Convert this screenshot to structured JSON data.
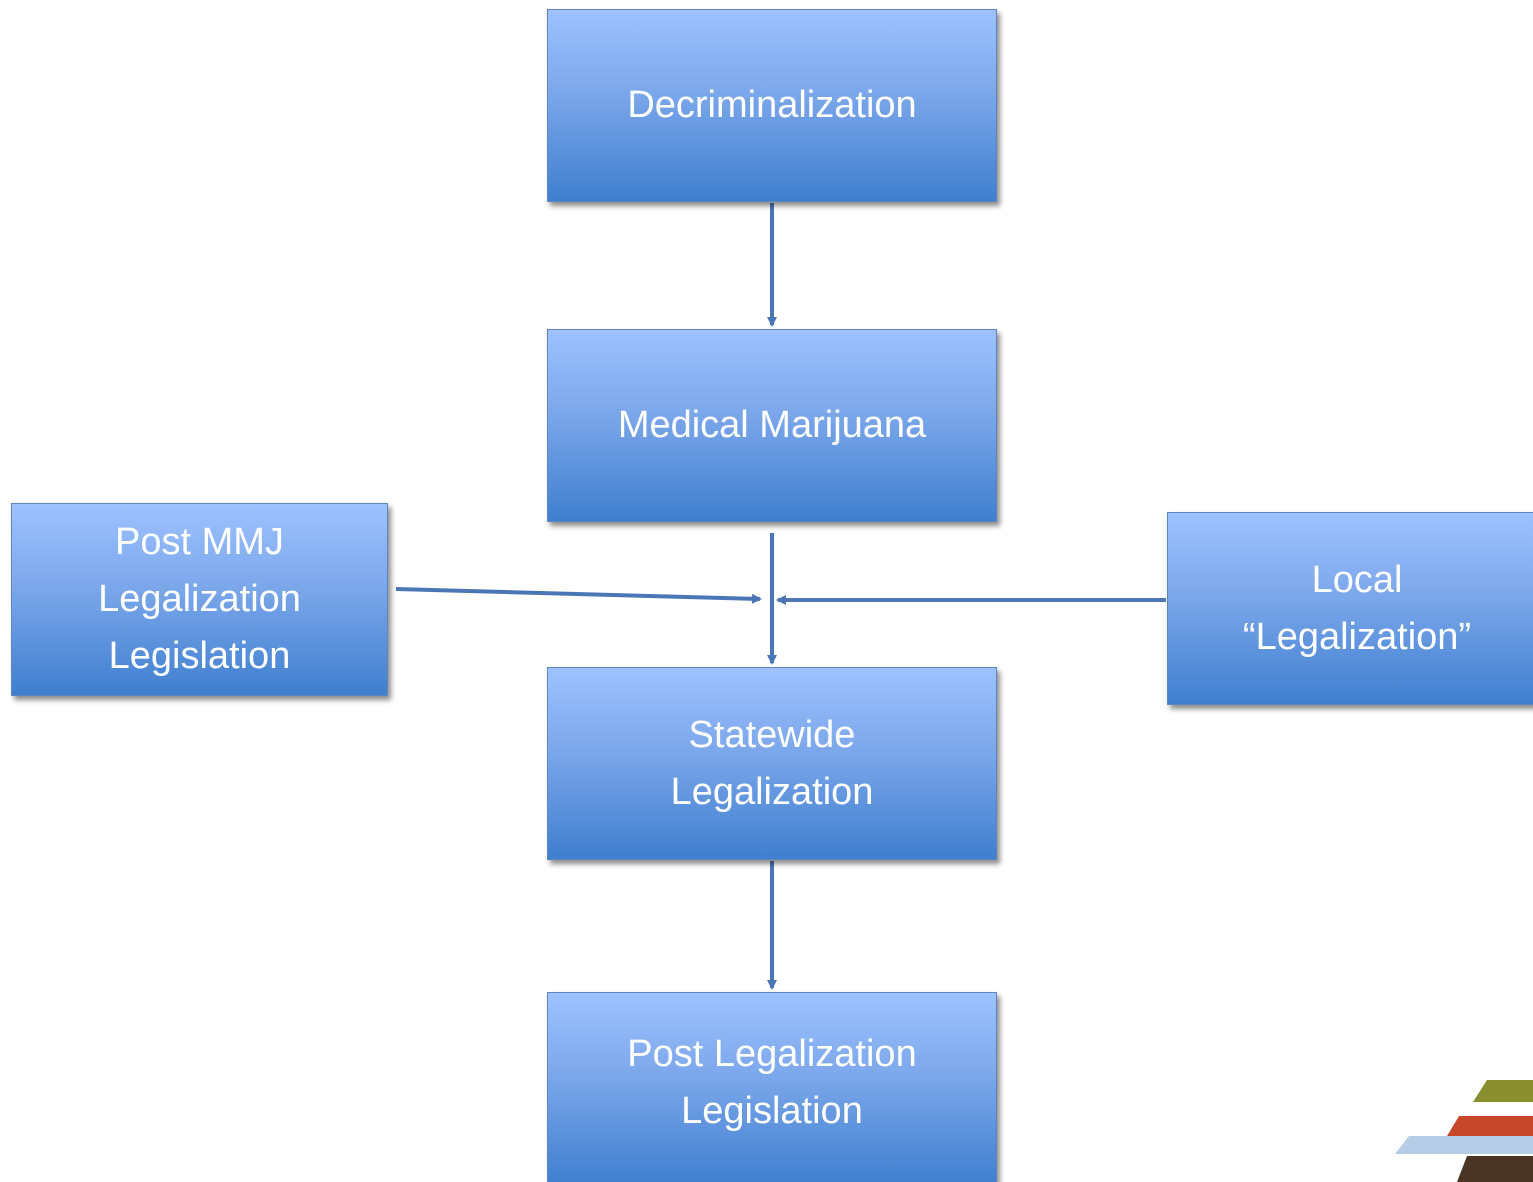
{
  "boxes": {
    "decriminalization": "Decriminalization",
    "medical_marijuana": "Medical Marijuana",
    "statewide_legalization": "Statewide\nLegalization",
    "post_legalization": "Post Legalization\nLegislation",
    "post_mmj": "Post MMJ\nLegalization\nLegislation",
    "local_legalization": "Local\n“Legalization”"
  },
  "colors": {
    "box_top": "#9ec2ff",
    "box_bottom": "#3f7fcf",
    "arrow": "#4a76b5",
    "logo_green": "#8a8f2e",
    "logo_red": "#c6472a",
    "logo_blue": "#b5cde6",
    "logo_brown": "#4a3524"
  }
}
